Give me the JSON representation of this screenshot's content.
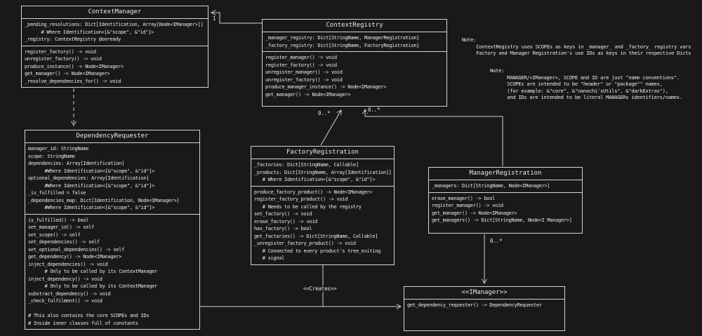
{
  "colors": {
    "background": "#191919",
    "stroke": "#d4d4d8",
    "text": "#e9e9ee"
  },
  "classes": {
    "context_manager": {
      "title": "ContextManager",
      "attributes": [
        "_pending_resolutions: Dict[Identification, Array[Node<IManager>]]",
        "      # Where Identification<[&\"scope\", &\"id\"]>",
        "_registry: ContextRegistry @onready"
      ],
      "methods": [
        "register_factory() -> void",
        "unregister_factory() -> void",
        "produce_instance() -> Node<IManager>",
        "get_manager() -> Node<IManager>",
        "_resolve_dependencies_for() -> void"
      ]
    },
    "context_registry": {
      "title": "ContextRegistry",
      "attributes": [
        "_manager_registry: Dict[StringName, ManagerRegistration]",
        "_factory_registry: Dict[StringName, FactoryRegistration]"
      ],
      "methods": [
        "register_manager() -> void",
        "register_factory() -> void",
        "unregister_manager() -> void",
        "unregister_factory() -> void",
        "produce_manager_instance() -> Node<IManager>",
        "get_manager() -> Node<IManager>"
      ]
    },
    "dependency_requester": {
      "title": "DependencyRequester",
      "attributes": [
        "manager_id: StringName",
        "scope: StringName",
        "dependencies: Array[Identification]",
        "      #Where Identification<[&\"scope\", &\"id\"]>",
        "optional_dependencies: Array[Identification]",
        "      #Where Identification<[&\"scope\", &\"id\"]>",
        "_is_fulfilled = false",
        "_dependencies_map: Dict[Identification, Node<IManager>]",
        "      #Where Identification<[&\"scope\", &\"id\"]>"
      ],
      "methods": [
        "is_fulfilled() -> bool",
        "set_manager_id() -> self",
        "set_scope() -> self",
        "set_dependencies() -> self",
        "set_optional_dependencies() -> self",
        "get_dependency() -> Node<IManager>",
        "inject_dependencies() -> void",
        "      # Only to be called by its ContextManager",
        "inject_dependency() -> void",
        "      # Only to be called by its ContextManager",
        "substract_dependency() -> void",
        "_check_fulfilment() -> void",
        "",
        "# This also contains the core SCOPEs and IDs",
        "# Inside inner classes full of constants"
      ]
    },
    "factory_registration": {
      "title": "FactoryRegistration",
      "attributes": [
        "_factories: Dict[StringName, Callable]",
        "_products: Dict[StringName, Array[Identification]]",
        "   # Where Identification<[&\"scope\", &\"id\"]>"
      ],
      "methods": [
        "produce_factory_product() -> Node<IManager>",
        "register_factory_product() -> void",
        "   # Needs to be called by the registry",
        "set_factory() -> void",
        "erase_factory() -> void",
        "has_factory() -> bool",
        "get_factories() -> Dict[StringName, Callable]",
        "_unregister_factory_product() -> void",
        "   # Connected to every product's tree_exiting",
        "   # signal"
      ]
    },
    "manager_registration": {
      "title": "ManagerRegistration",
      "attributes": [
        "_managers: Dict[StringName, Node<IManager>]"
      ],
      "methods": [
        "erase_manager() -> bool",
        "register_manager() -> void",
        "get_manager() -> Node<IManager>",
        "get_managers() -> Dict[StringName, Node<I Manager>]"
      ]
    },
    "imanager": {
      "title": "<<IManager>>",
      "methods": [
        "get_dependency_requester() -> DependencyRequester"
      ]
    }
  },
  "notes": {
    "main_lines": [
      "Note:",
      "     ContextRegistry uses SCOPEs as keys in _manager_ and _factory_ registry vars",
      "     Factory and Manager Registration's use IDs as keys in their respective Dicts"
    ],
    "sub_lines": [
      "Note:",
      "      MANAGER/<IManager>, SCOPE and ID are just \"name conventions\".",
      "      SCOPEs are intended to be \"header\" or \"package\"\" names,",
      "      (for example: &\"core\", &\"nanachi'sUtils\", &\"darkExtras\"),",
      "      and IDs are intended to be literal MANAGERs identifiers/names."
    ]
  },
  "edge_labels": {
    "registry_to_manager_multiplicity": "1",
    "factory_to_registry_multiplicity": "0..*",
    "managerreg_to_registry_multiplicity": "0..*",
    "managerreg_to_imanager_multiplicity": "0..*",
    "creates": "<<Creates>>"
  }
}
